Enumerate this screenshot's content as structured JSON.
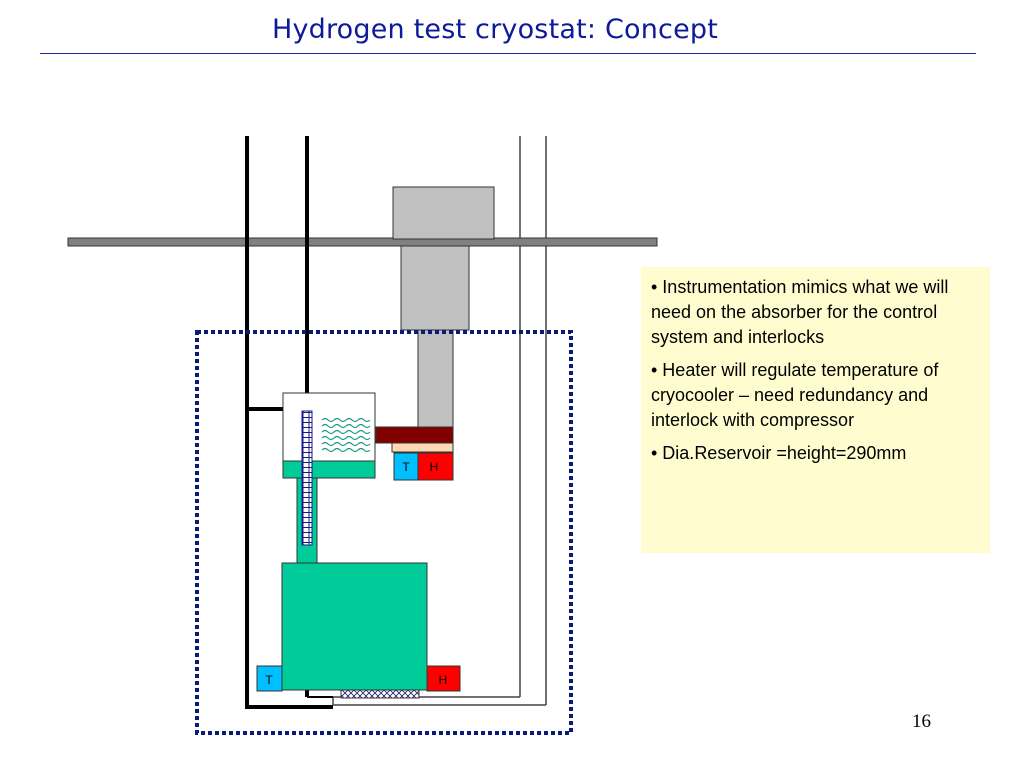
{
  "slide": {
    "title": "Hydrogen test cryostat: Concept",
    "page_number": "16"
  },
  "notes": [
    "• Instrumentation mimics what we will need on the absorber for the control system and interlocks",
    "• Heater will regulate temperature of cryocooler – need redundancy and interlock with compressor",
    "• Dia.Reservoir =height=290mm"
  ],
  "diagram": {
    "upper_temp_sensor_label": "T",
    "upper_heater_label": "H",
    "lower_temp_sensor_label": "T",
    "lower_heater_label": "H"
  },
  "colors": {
    "title": "#0d1a9a",
    "note_background": "#fffdd0",
    "hydrogen_green": "#00cc99",
    "vessel_gray": "#c0c0c0",
    "flange_gray": "#808080",
    "cold_head_red": "#800000",
    "heater_red": "#ff0000",
    "sensor_cyan": "#00bfff",
    "vacuum_boundary": "#0a1a7a"
  }
}
